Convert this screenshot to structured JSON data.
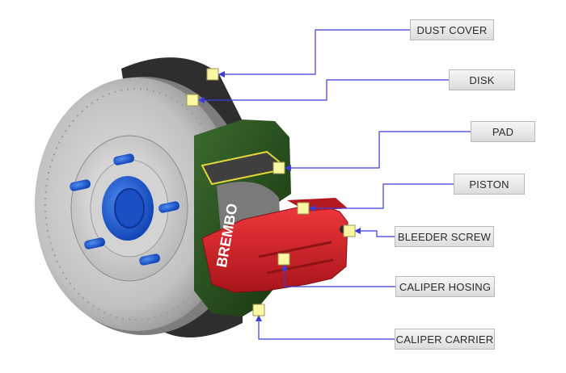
{
  "labels": {
    "dust_cover": "DUST COVER",
    "disk": "DISK",
    "pad": "PAD",
    "piston": "PISTON",
    "bleeder_screw": "BLEEDER SCREW",
    "caliper_hosing": "CALIPER HOSING",
    "caliper_carrier": "CALIPER CARRIER"
  },
  "caliper_logo_text": "BREMBO",
  "colors": {
    "leader_line": "#3c3cd6",
    "marker_fill": "#fbf7a3",
    "marker_stroke": "#9a9a55",
    "label_bg": "#e8e8e8",
    "disc_gray": "#b9b9b9",
    "hub_blue": "#1e5fd8",
    "caliper_red": "#d81f26",
    "carrier_green": "#244f1e"
  }
}
